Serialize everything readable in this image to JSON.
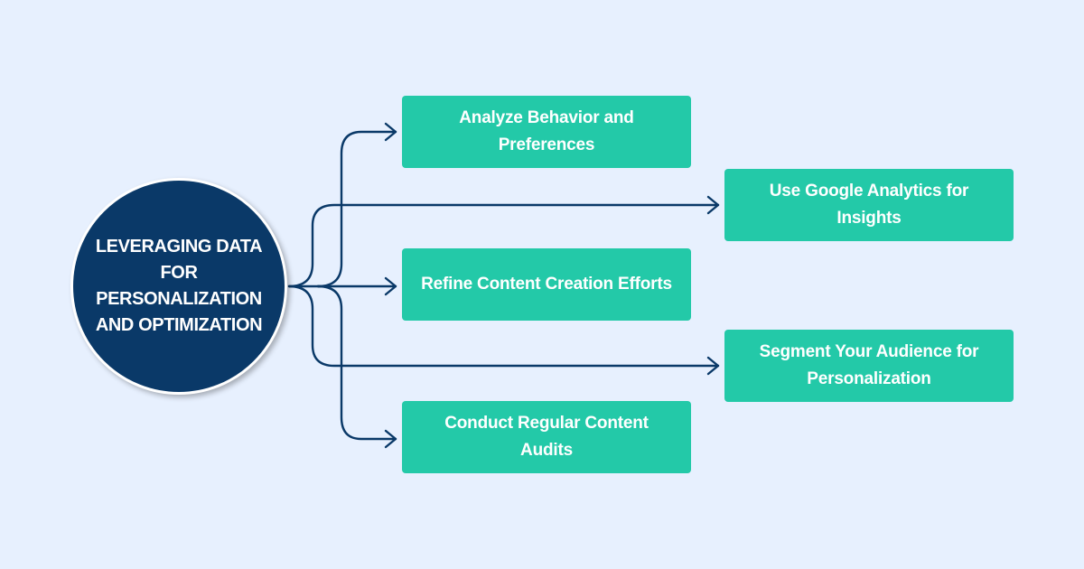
{
  "diagram": {
    "hub": {
      "title": "LEVERAGING DATA FOR PERSONALIZATION AND OPTIMIZATION"
    },
    "nodes": [
      {
        "id": "analyze",
        "label": "Analyze Behavior and Preferences"
      },
      {
        "id": "google",
        "label": "Use Google Analytics for Insights"
      },
      {
        "id": "refine",
        "label": "Refine Content Creation Efforts"
      },
      {
        "id": "segment",
        "label": "Segment Your Audience for Personalization"
      },
      {
        "id": "audits",
        "label": "Conduct Regular Content Audits"
      }
    ]
  },
  "colors": {
    "background": "#e7f0fe",
    "hub_fill": "#0a3968",
    "node_fill": "#23c9a8",
    "connector": "#0a3968",
    "text": "#ffffff"
  }
}
